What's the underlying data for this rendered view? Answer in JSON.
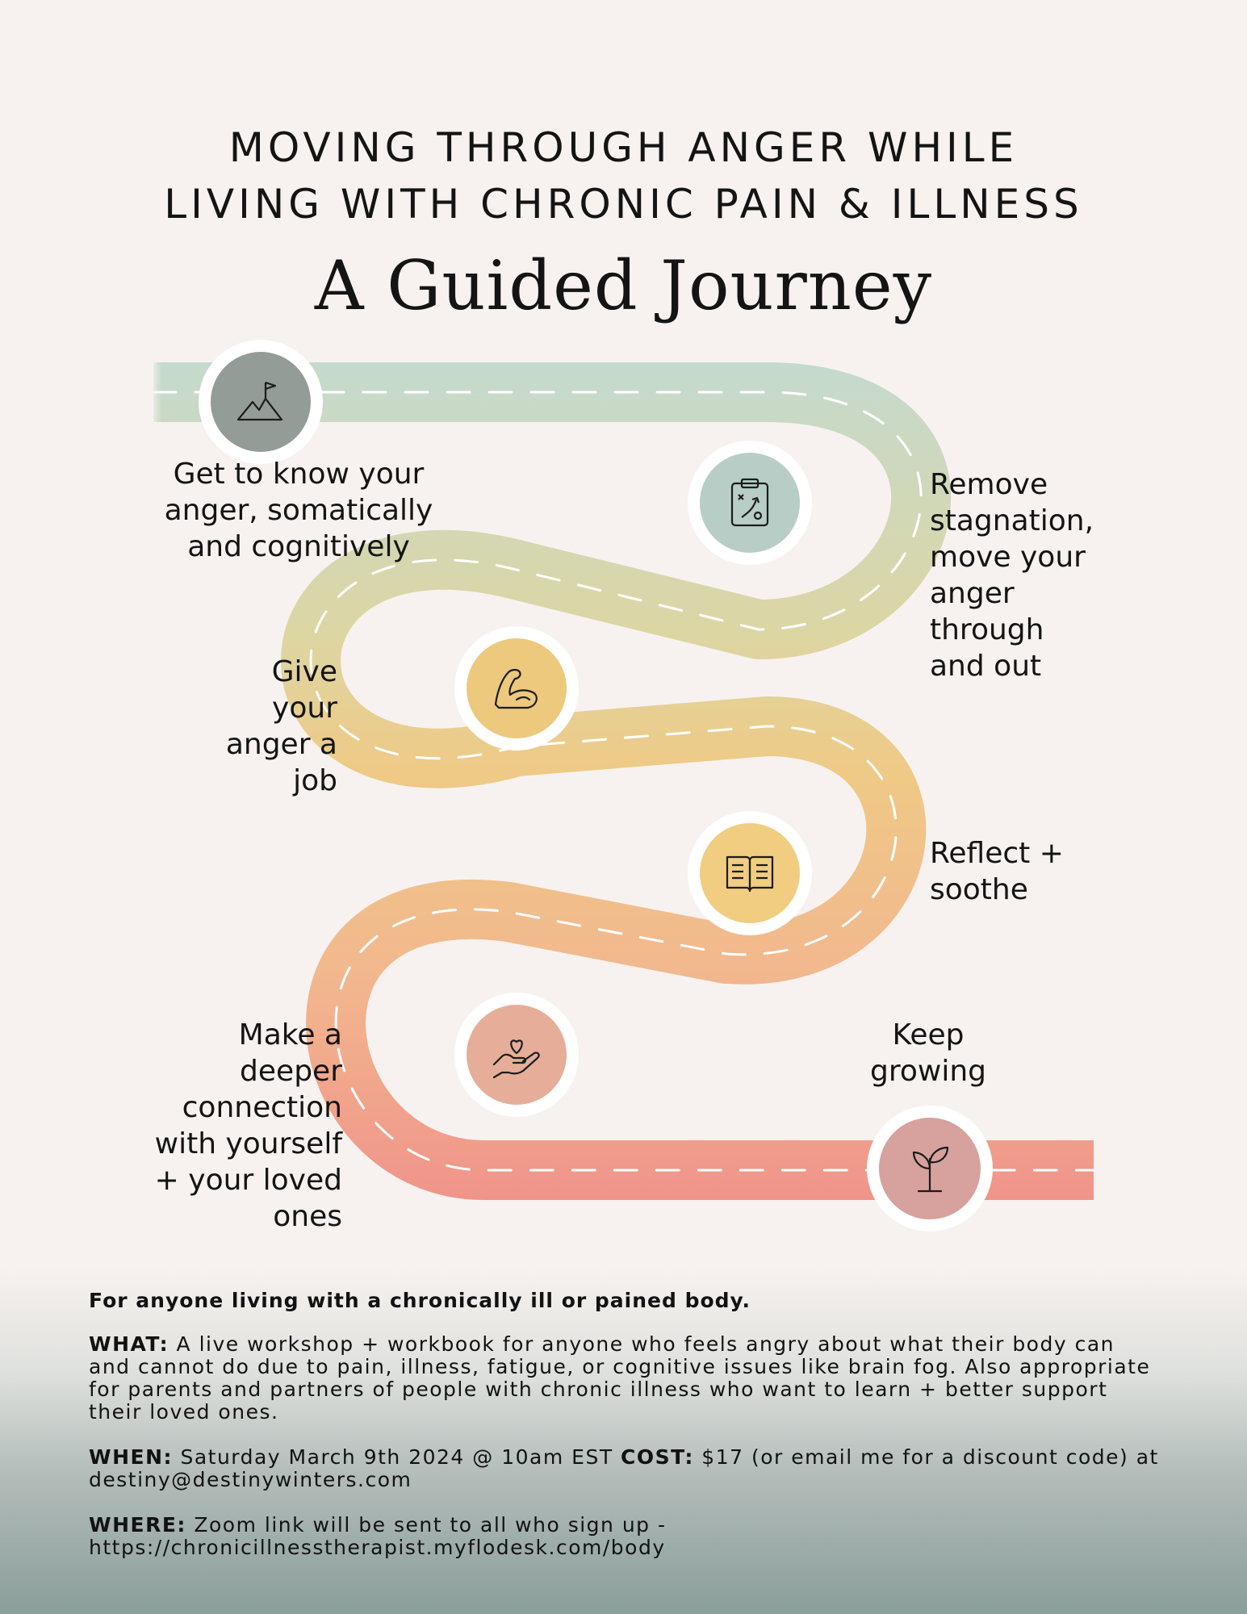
{
  "header": {
    "title_line1": "MOVING THROUGH ANGER WHILE",
    "title_line2": "LIVING WITH CHRONIC PAIN & ILLNESS",
    "subtitle": "A Guided Journey"
  },
  "steps": [
    {
      "label": "Get to know your\nanger, somatically\nand cognitively",
      "icon": "mountain-flag-icon",
      "color": "#939c96"
    },
    {
      "label": "Remove\nstagnation,\nmove your\nanger\nthrough\nand out",
      "icon": "clipboard-strategy-icon",
      "color": "#b7cdc5"
    },
    {
      "label": "Give\nyour\nanger a\njob",
      "icon": "flexed-arm-icon",
      "color": "#ecc97c"
    },
    {
      "label": "Reflect +\nsoothe",
      "icon": "open-book-icon",
      "color": "#f1cd81"
    },
    {
      "label": "Make  a\ndeeper\nconnection\nwith yourself\n+ your loved\nones",
      "icon": "hand-heart-icon",
      "color": "#e6ae98"
    },
    {
      "label": "Keep\ngrowing",
      "icon": "sprout-icon",
      "color": "#d7a19e"
    }
  ],
  "info": {
    "intro": "For anyone living with a chronically ill or pained body.",
    "what_label": "WHAT:",
    "what_text": " A live workshop + workbook for anyone who feels angry about what their body can and cannot do due to pain, illness, fatigue, or cognitive issues like brain fog. Also appropriate for parents and partners of people with chronic illness who want to learn + better support their loved ones.",
    "when_label": "WHEN:",
    "when_text": " Saturday March 9th 2024 @ 10am EST ",
    "cost_label": "COST:",
    "cost_text": " $17 (or email me for a discount code) at destiny@destinywinters.com",
    "where_label": "WHERE:",
    "where_text": " Zoom link will be sent to all who sign up - https://chronicillnesstherapist.myflodesk.com/body"
  },
  "colors": {
    "background": "#f7f2ef",
    "road_top": "#c4dacf",
    "road_mid": "#efc985",
    "road_bottom": "#f1958a"
  }
}
